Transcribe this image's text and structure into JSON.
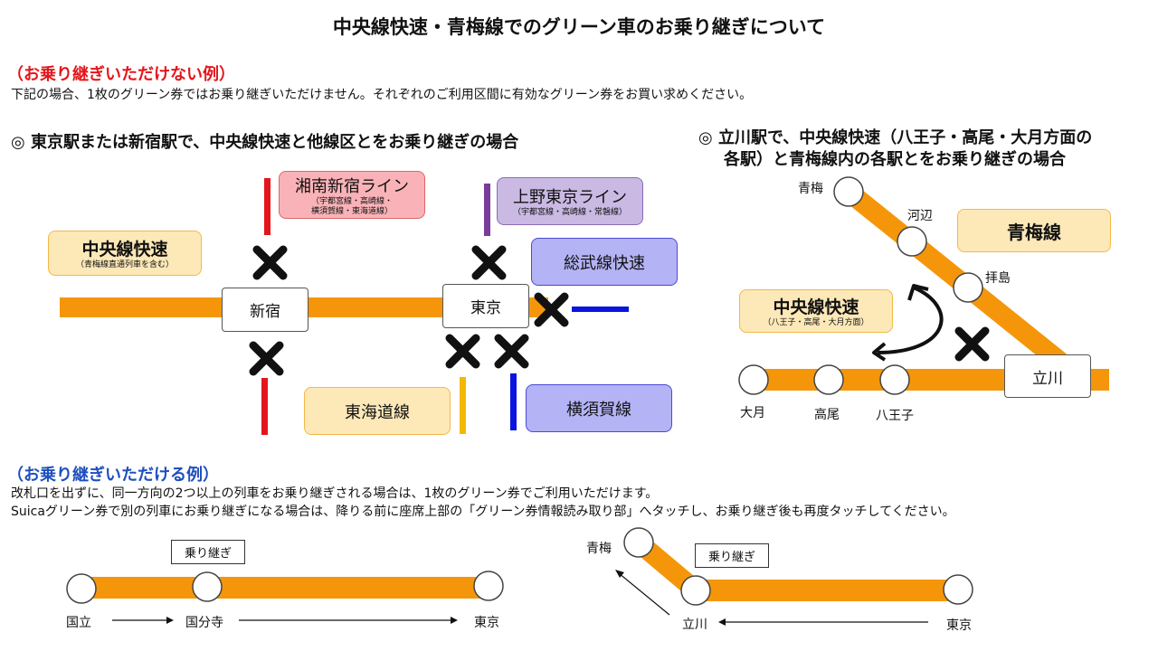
{
  "title": "中央線快速・青梅線でのグリーン車のお乗り継ぎについて",
  "ng": {
    "heading": "（お乗り継ぎいただけない例）",
    "note": "下記の場合、1枚のグリーン券ではお乗り継ぎいただけません。それぞれのご利用区間に有効なグリーン券をお買い求めください。",
    "section1": "◎ 東京駅または新宿駅で、中央線快速と他線区とをお乗り継ぎの場合",
    "section2_line1": "◎ 立川駅で、中央線快速（八王子・高尾・大月方面の",
    "section2_line2": "各駅）と青梅線内の各駅とをお乗り継ぎの場合",
    "chuo_box": {
      "main": "中央線快速",
      "sub": "（青梅線直通列車を含む）"
    },
    "shonan_box": {
      "main": "湘南新宿ライン",
      "sub1": "（宇都宮線・高崎線・",
      "sub2": "横須賀線・東海道線）"
    },
    "ueno_box": {
      "main": "上野東京ライン",
      "sub": "（宇都宮線・高崎線・常磐線）"
    },
    "sobu_box": "総武線快速",
    "tokaido_box": "東海道線",
    "yokosuka_box": "横須賀線",
    "shinjuku": "新宿",
    "tokyo": "東京",
    "ome_box": "青梅線",
    "chuo_box2": {
      "main": "中央線快速",
      "sub": "（八王子・高尾・大月方面）"
    },
    "tachikawa": "立川",
    "st_ome": "青梅",
    "st_kabe": "河辺",
    "st_haijima": "拝島",
    "st_otsuki": "大月",
    "st_takao": "高尾",
    "st_hachioji": "八王子"
  },
  "ok": {
    "heading": "（お乗り継ぎいただける例）",
    "note1": "改札口を出ずに、同一方向の2つ以上の列車をお乗り継ぎされる場合は、1枚のグリーン券でご利用いただけます。",
    "note2": "Suicaグリーン券で別の列車にお乗り継ぎになる場合は、降りる前に座席上部の「グリーン券情報読み取り部」へタッチし、お乗り継ぎ後も再度タッチしてください。",
    "transfer": "乗り継ぎ",
    "kunitachi": "国立",
    "kokubunji": "国分寺",
    "tokyo": "東京",
    "ome": "青梅",
    "tachikawa": "立川",
    "tokyo2": "東京"
  },
  "colors": {
    "orange": "#f5960a",
    "red": "#e4161b",
    "purple": "#7a3c9a",
    "blue": "#0a14e0",
    "yellow": "#f5b800",
    "pink_box": "#f9b3b8",
    "purple_box": "#c9b9e3",
    "blue_box": "#b3b3f5",
    "cream_box": "#fde8b8"
  }
}
